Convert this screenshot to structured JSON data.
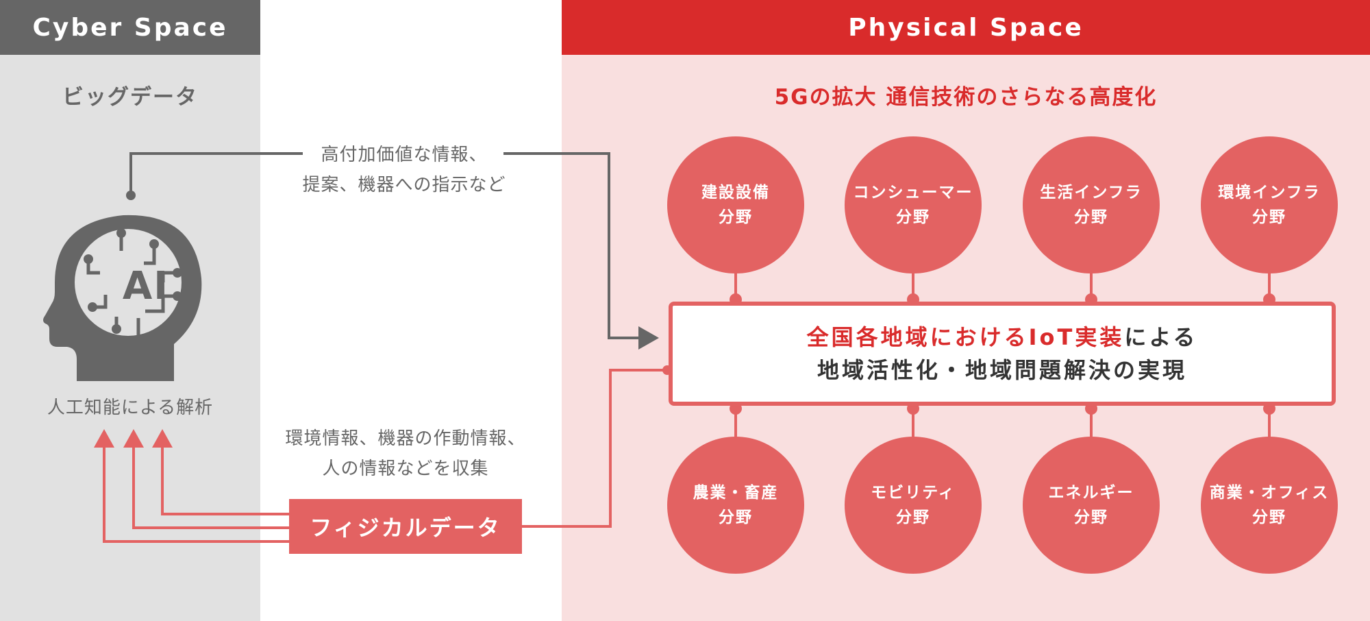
{
  "cyber": {
    "header": "Cyber Space",
    "subtitle": "ビッグデータ",
    "ai_icon_label": "AI",
    "ai_caption": "人工知能による解析"
  },
  "physical": {
    "header": "Physical Space",
    "subtitle": "5Gの拡大 通信技術のさらなる高度化"
  },
  "flow_top": {
    "line1": "高付加価値な情報、",
    "line2": "提案、機器への指示など"
  },
  "flow_bottom": {
    "line1": "環境情報、機器の作動情報、",
    "line2": "人の情報などを収集"
  },
  "physical_data_label": "フィジカルデータ",
  "center": {
    "line1_accent": "全国各地域におけるIoT実装",
    "line1_rest": "による",
    "line2": "地域活性化・地域問題解決の実現"
  },
  "fields_top": [
    {
      "line1": "建設設備",
      "line2": "分野"
    },
    {
      "line1": "コンシューマー",
      "line2": "分野"
    },
    {
      "line1": "生活インフラ",
      "line2": "分野"
    },
    {
      "line1": "環境インフラ",
      "line2": "分野"
    }
  ],
  "fields_bottom": [
    {
      "line1": "農業・畜産",
      "line2": "分野"
    },
    {
      "line1": "モビリティ",
      "line2": "分野"
    },
    {
      "line1": "エネルギー",
      "line2": "分野"
    },
    {
      "line1": "商業・オフィス",
      "line2": "分野"
    }
  ],
  "colors": {
    "cyber_gray": "#666666",
    "physical_red": "#d92b2b",
    "circle_red": "#e36262",
    "cyber_bg": "#e1e1e1",
    "physical_bg": "#f9dfdf"
  }
}
